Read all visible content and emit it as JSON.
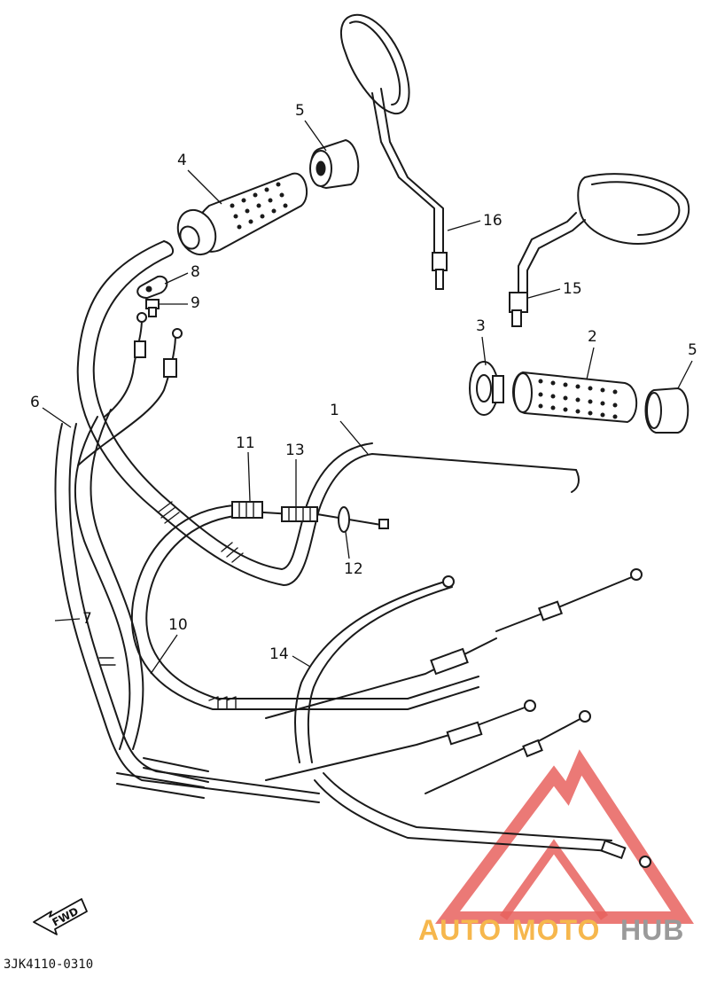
{
  "callouts": [
    {
      "id": "1",
      "label": "1"
    },
    {
      "id": "2",
      "label": "2"
    },
    {
      "id": "3",
      "label": "3"
    },
    {
      "id": "4",
      "label": "4"
    },
    {
      "id": "5a",
      "label": "5"
    },
    {
      "id": "5b",
      "label": "5"
    },
    {
      "id": "6",
      "label": "6"
    },
    {
      "id": "7",
      "label": "7"
    },
    {
      "id": "8",
      "label": "8"
    },
    {
      "id": "9",
      "label": "9"
    },
    {
      "id": "10",
      "label": "10"
    },
    {
      "id": "11",
      "label": "11"
    },
    {
      "id": "12",
      "label": "12"
    },
    {
      "id": "13",
      "label": "13"
    },
    {
      "id": "14",
      "label": "14"
    },
    {
      "id": "15",
      "label": "15"
    },
    {
      "id": "16",
      "label": "16"
    }
  ],
  "direction_badge": "FWD",
  "diagram_code": "3JK4110-0310",
  "watermark": {
    "part1": "AUTO",
    "part2": "MOTO",
    "part3": "HUB",
    "logo_color": "#e8625e",
    "accent_color": "#f6b74d",
    "gray_color": "#9a9a9a"
  }
}
